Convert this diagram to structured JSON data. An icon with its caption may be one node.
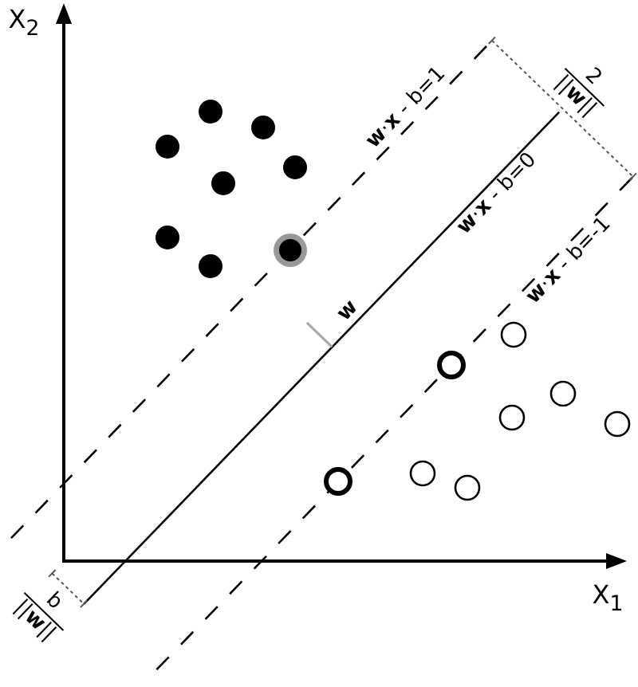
{
  "diagram": {
    "labels": [
      "X$_{2}$",
      "2",
      "||**w**||",
      "**w**·**x** - b=1",
      "**w**·**x** - b=0",
      "**w**·**x** - b=-1",
      "w",
      "b",
      "||**w**||",
      "X$_{1}$"
    ]
  }
}
